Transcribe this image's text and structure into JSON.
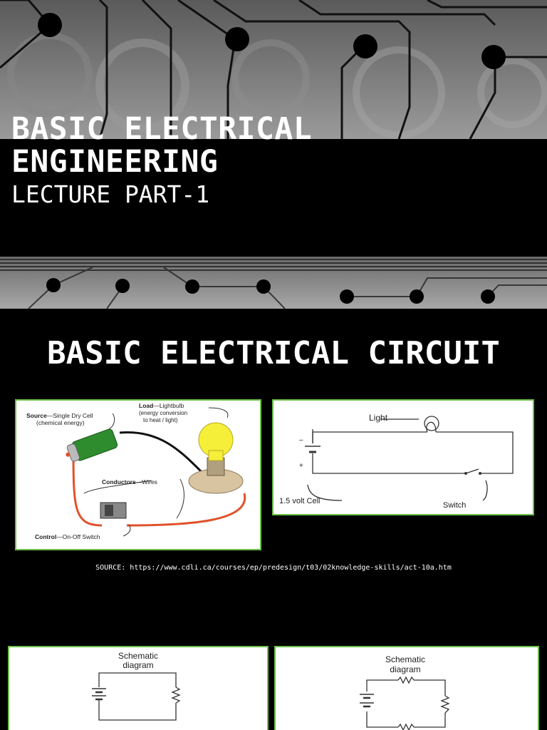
{
  "slide1": {
    "title_line1": "BASIC ELECTRICAL",
    "title_line2": "ENGINEERING",
    "subtitle": "LECTURE PART-1"
  },
  "slide2": {
    "title": "BASIC ELECTRICAL CIRCUIT",
    "fig1": {
      "source_label": "Source",
      "source_desc": "—Single Dry Cell",
      "source_desc2": "(chemical energy)",
      "load_label": "Load",
      "load_desc": "—Lightbulb",
      "load_desc2": "(energy conversion",
      "load_desc3": "to heat / light)",
      "conductors_label": "Conductors",
      "conductors_desc": "—Wires",
      "control_label": "Control",
      "control_desc": "—On-Off Switch"
    },
    "fig2": {
      "light_label": "Light",
      "cell_label": "1.5 volt Cell",
      "switch_label": "Switch",
      "minus": "–",
      "plus": "+"
    },
    "source_text": "SOURCE: https://www.cdli.ca/courses/ep/predesign/t03/02knowledge-skills/act-10a.htm",
    "fig3": {
      "line1": "Schematic",
      "line2": "diagram"
    },
    "fig4": {
      "line1": "Schematic",
      "line2": "diagram"
    }
  },
  "colors": {
    "accent_border": "#6cc04a",
    "background": "#000000",
    "text": "#ffffff",
    "battery_green": "#2e8b2e",
    "bulb_yellow": "#f6ef3a",
    "wire_red": "#e0522a"
  }
}
